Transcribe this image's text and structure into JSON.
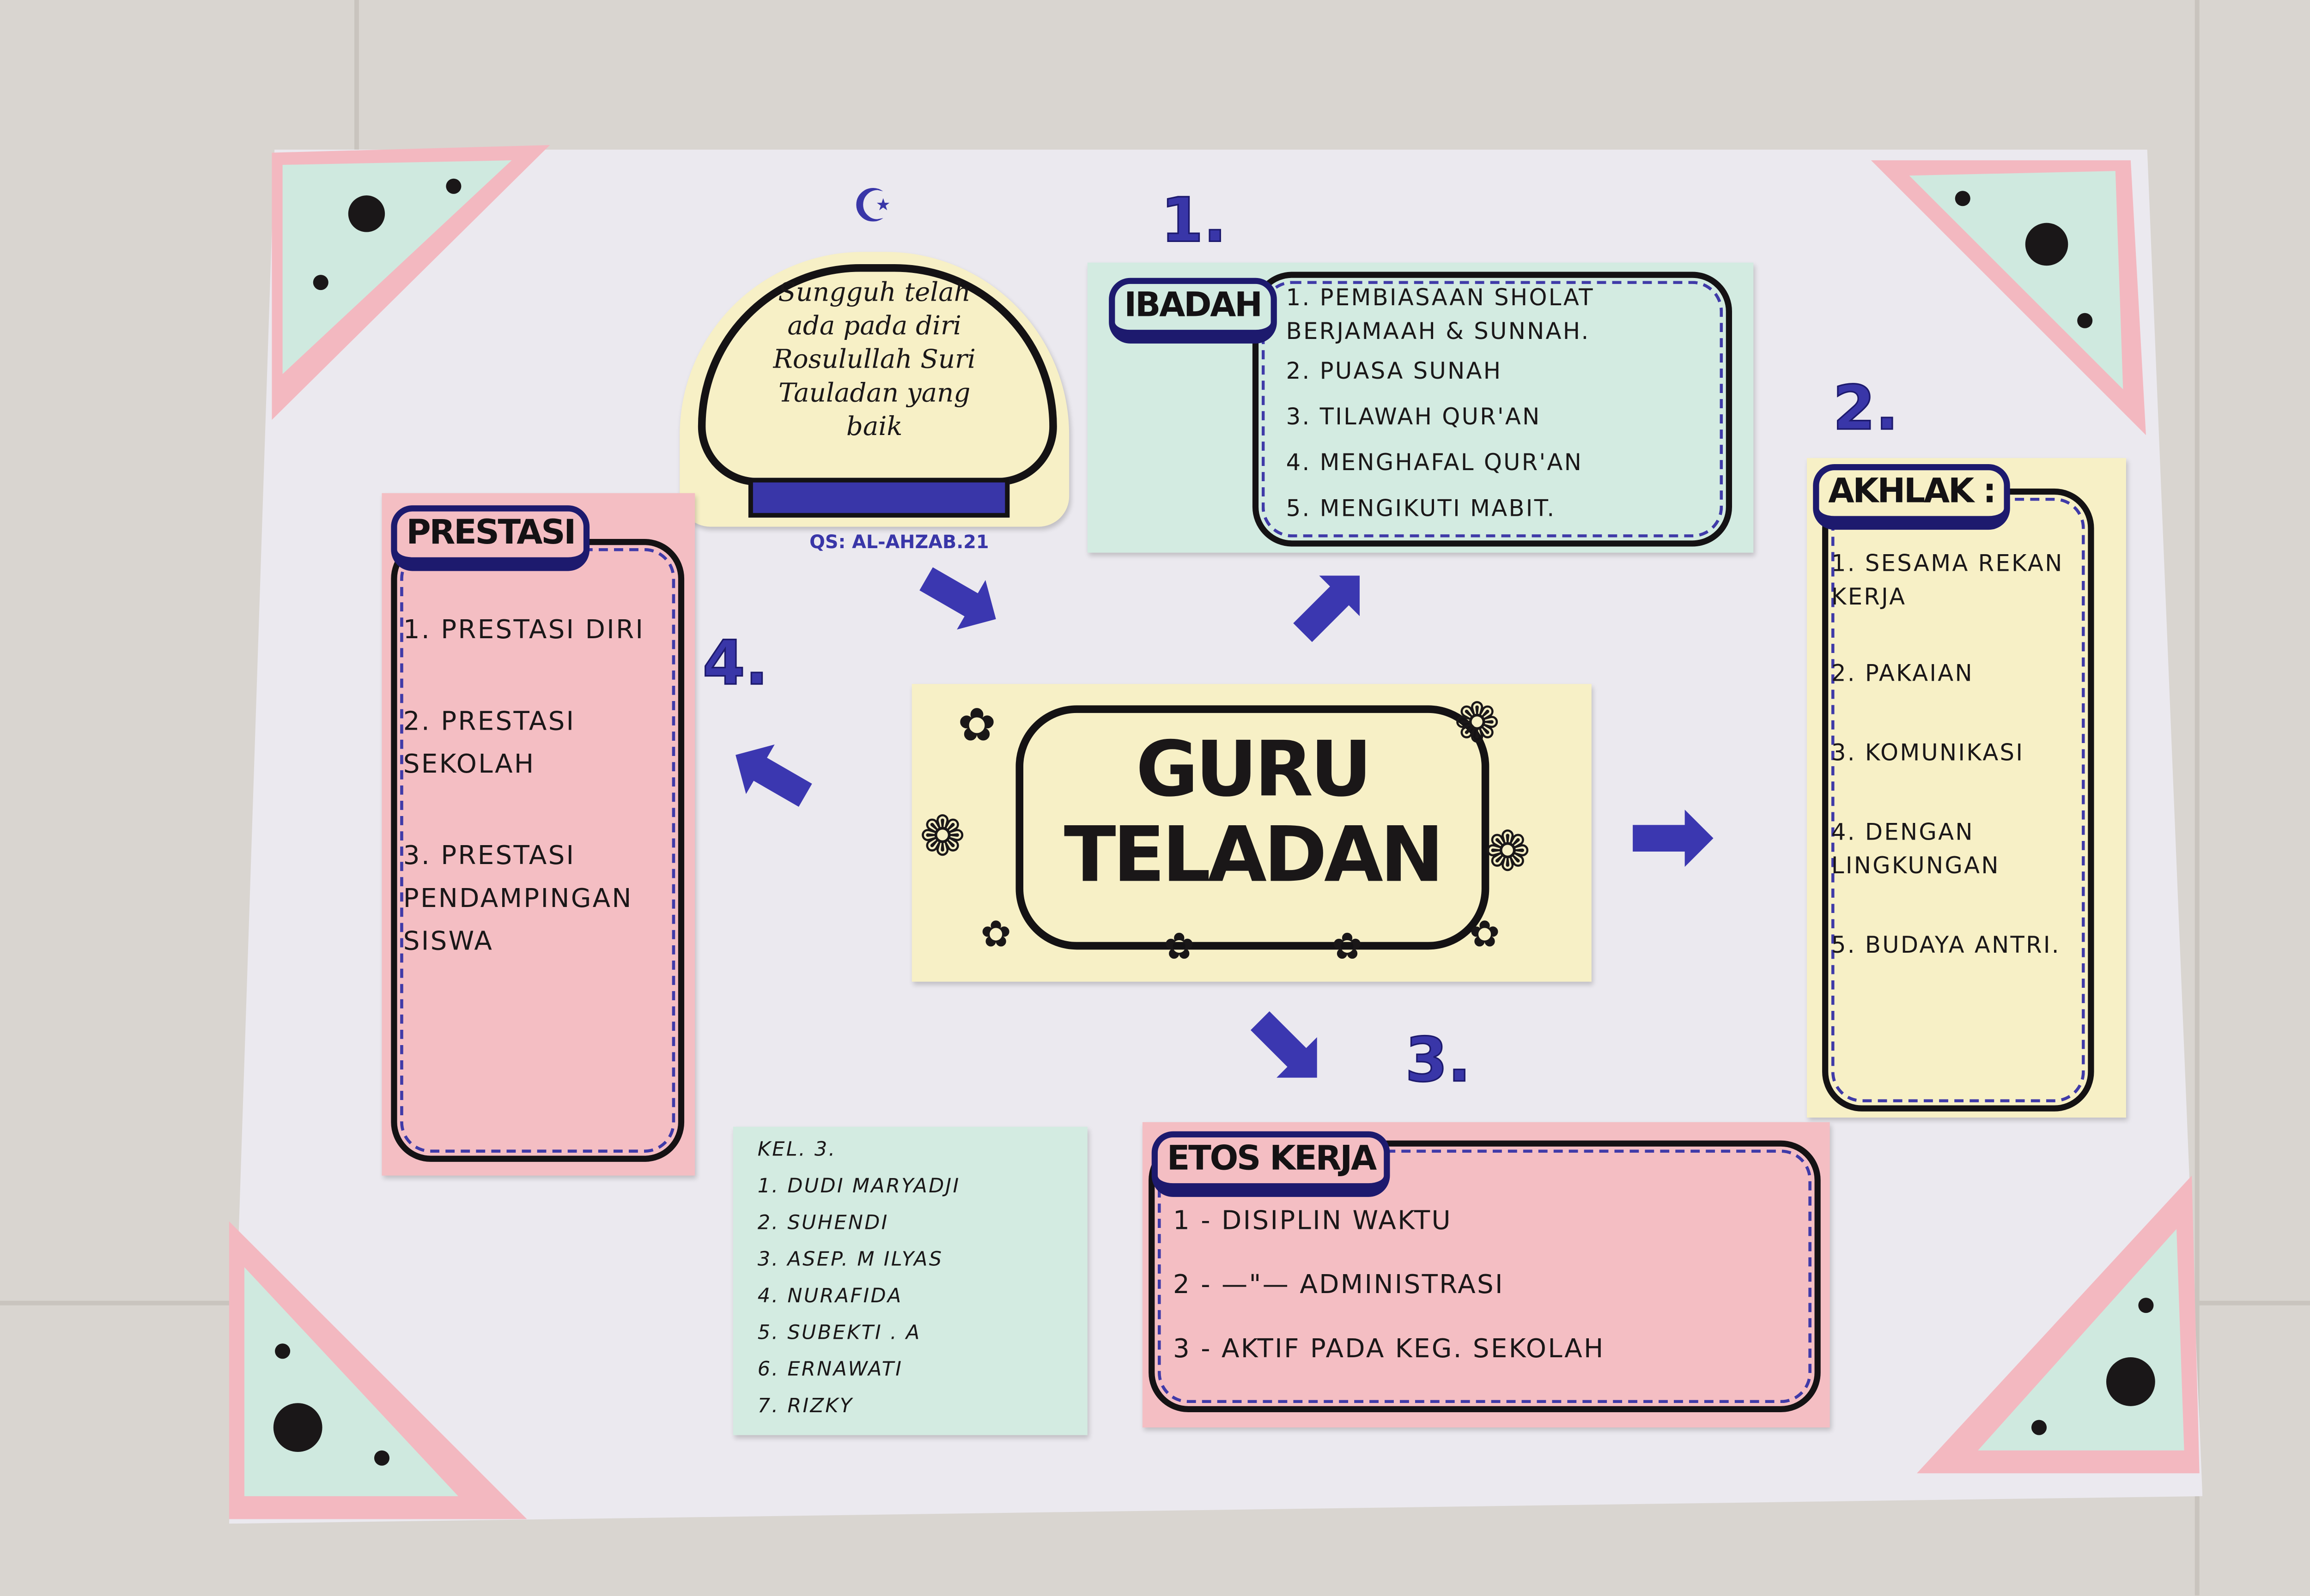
{
  "quote": {
    "lines": [
      "Sungguh telah",
      "ada pada diri",
      "Rosulullah Suri",
      "Tauladan yang",
      "baik"
    ],
    "source": "QS: AL-AHZAB.21"
  },
  "center": {
    "line1": "GURU",
    "line2": "TELADAN"
  },
  "sections": {
    "ibadah": {
      "number": "1.",
      "title": "IBADAH",
      "items": [
        "1. PEMBIASAAN SHOLAT BERJAMAAH & SUNNAH.",
        "2. PUASA SUNAH",
        "3. TILAWAH QUR'AN",
        "4. MENGHAFAL QUR'AN",
        "5. MENGIKUTI MABIT."
      ]
    },
    "akhlak": {
      "number": "2.",
      "title": "AKHLAK :",
      "items": [
        "1. SESAMA REKAN KERJA",
        "2. PAKAIAN",
        "3. KOMUNIKASI",
        "4. DENGAN LINGKUNGAN",
        "5. BUDAYA ANTRI."
      ]
    },
    "etos": {
      "number": "3.",
      "title": "ETOS KERJA",
      "items": [
        "1 - DISIPLIN WAKTU",
        "2 - —\"— ADMINISTRASI",
        "3 - AKTIF PADA KEG. SEKOLAH"
      ]
    },
    "prestasi": {
      "number": "4.",
      "title": "PRESTASI",
      "items": [
        "1. PRESTASI DIRI",
        "2. PRESTASI SEKOLAH",
        "3. PRESTASI PENDAMPINGAN SISWA"
      ]
    }
  },
  "group": {
    "title": "KEL. 3.",
    "members": [
      "1. DUDI MARYADJI",
      "2. SUHENDI",
      "3. ASEP. M ILYAS",
      "4. NURAFIDA",
      "5. SUBEKTI . A",
      "6. ERNAWATI",
      "7. RIZKY"
    ]
  },
  "colors": {
    "ink_blue": "#3b37b0",
    "pink": "#f4bec3",
    "mint": "#d3ebe1",
    "yellow": "#f7f0c6"
  }
}
